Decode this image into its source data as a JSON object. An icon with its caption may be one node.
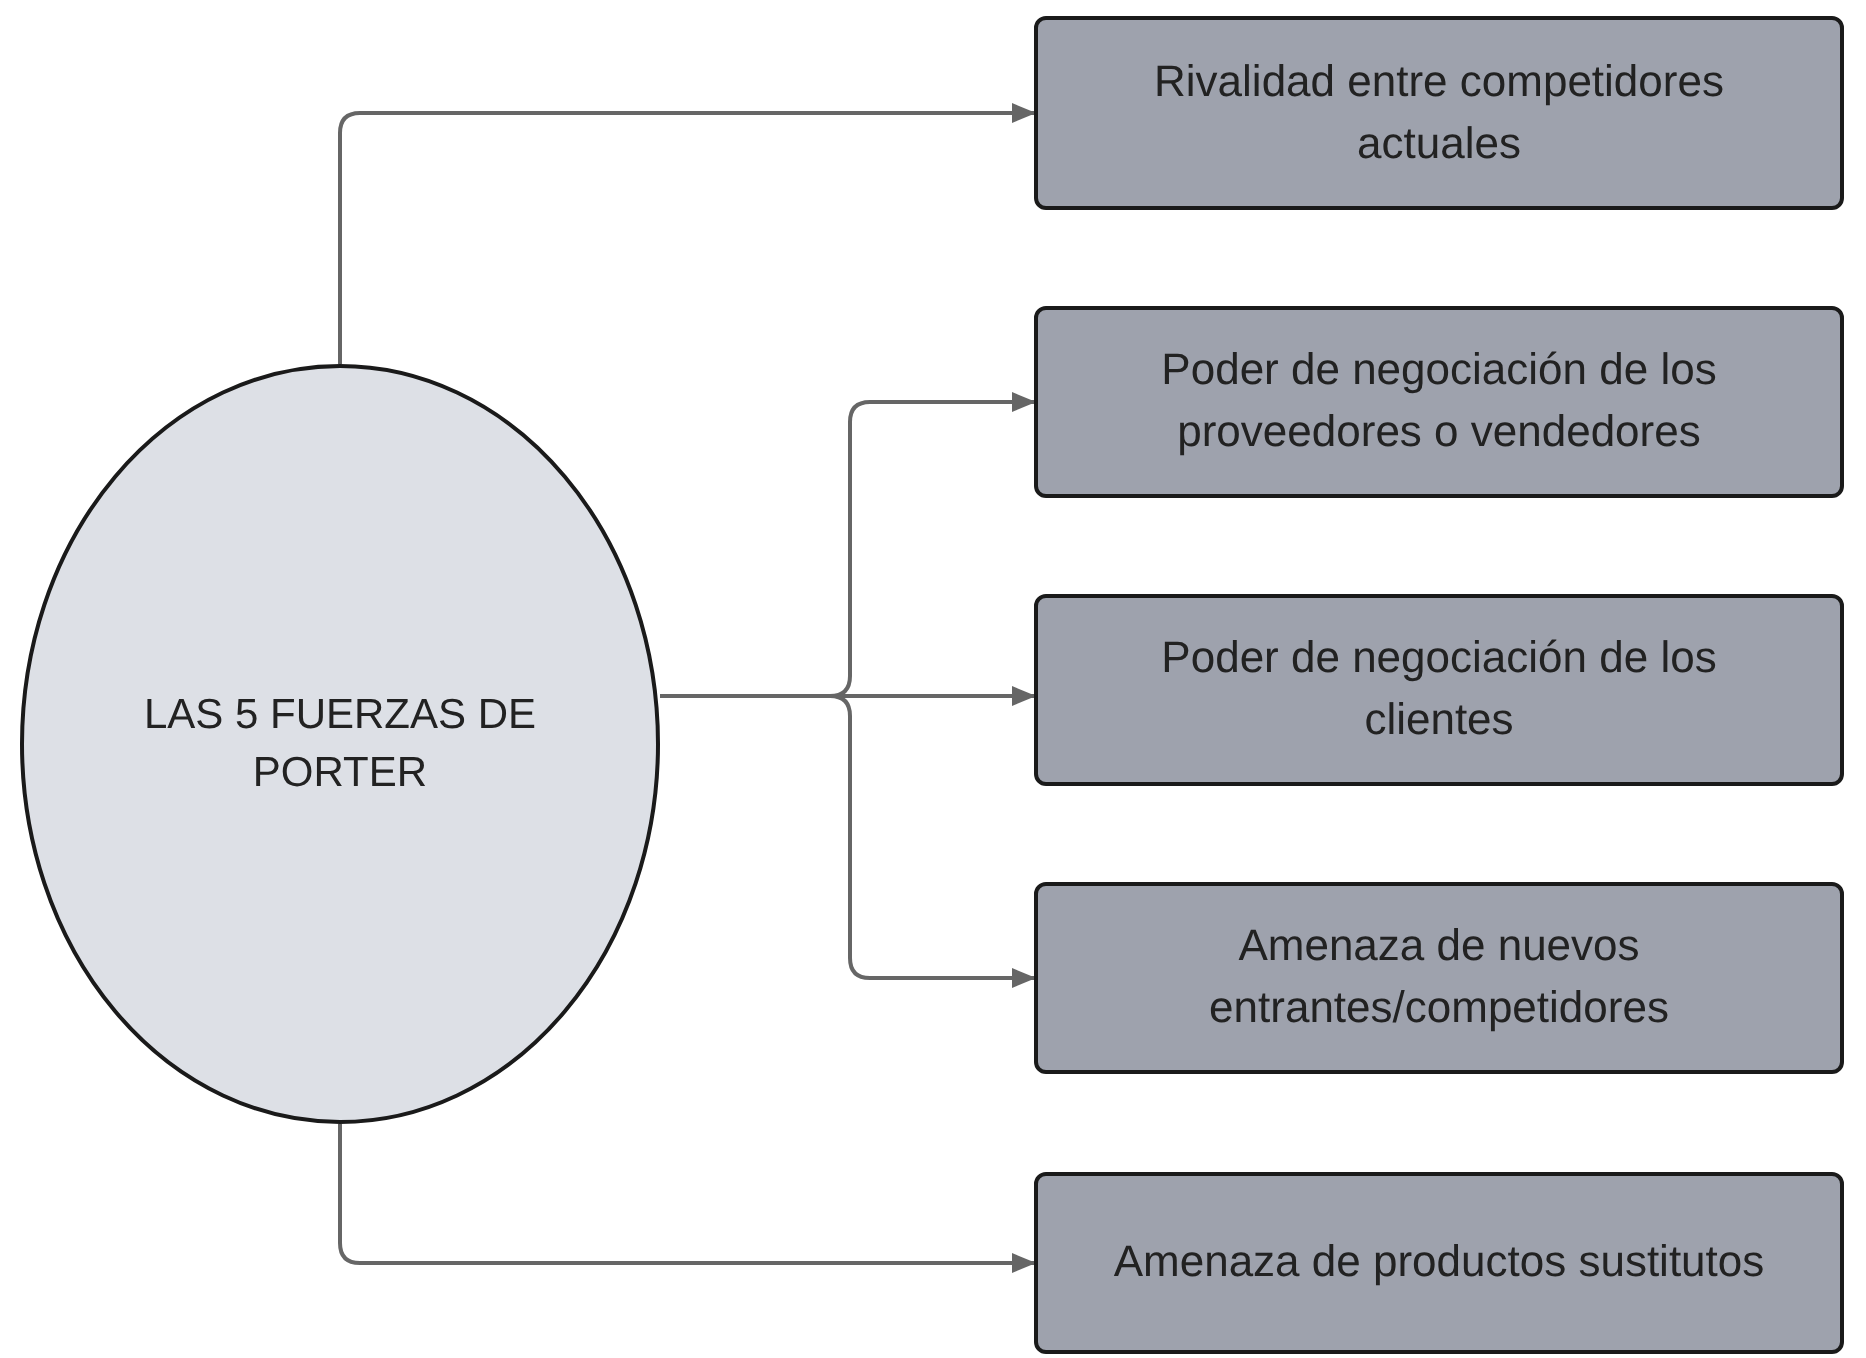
{
  "diagram": {
    "nodes": [
      {
        "text": [
          "LAS 5 FUERZAS DE PORTER"
        ]
      },
      {
        "text": [
          "Rivalidad entre competidores actuales"
        ]
      },
      {
        "text": [
          "Poder de negociación de los proveedores o vendedores"
        ]
      },
      {
        "text": [
          "Poder de negociación de los clientes"
        ]
      },
      {
        "text": [
          "Amenaza de nuevos entrantes/competidores"
        ]
      },
      {
        "text": [
          "Amenaza de productos sustitutos"
        ]
      }
    ],
    "edges": [
      {
        "from": 0,
        "to": 1,
        "arrow": "to"
      },
      {
        "from": 0,
        "to": 2,
        "arrow": "to"
      },
      {
        "from": 0,
        "to": 3,
        "arrow": "to"
      },
      {
        "from": 0,
        "to": 4,
        "arrow": "to"
      },
      {
        "from": 0,
        "to": 5,
        "arrow": "to"
      }
    ]
  }
}
